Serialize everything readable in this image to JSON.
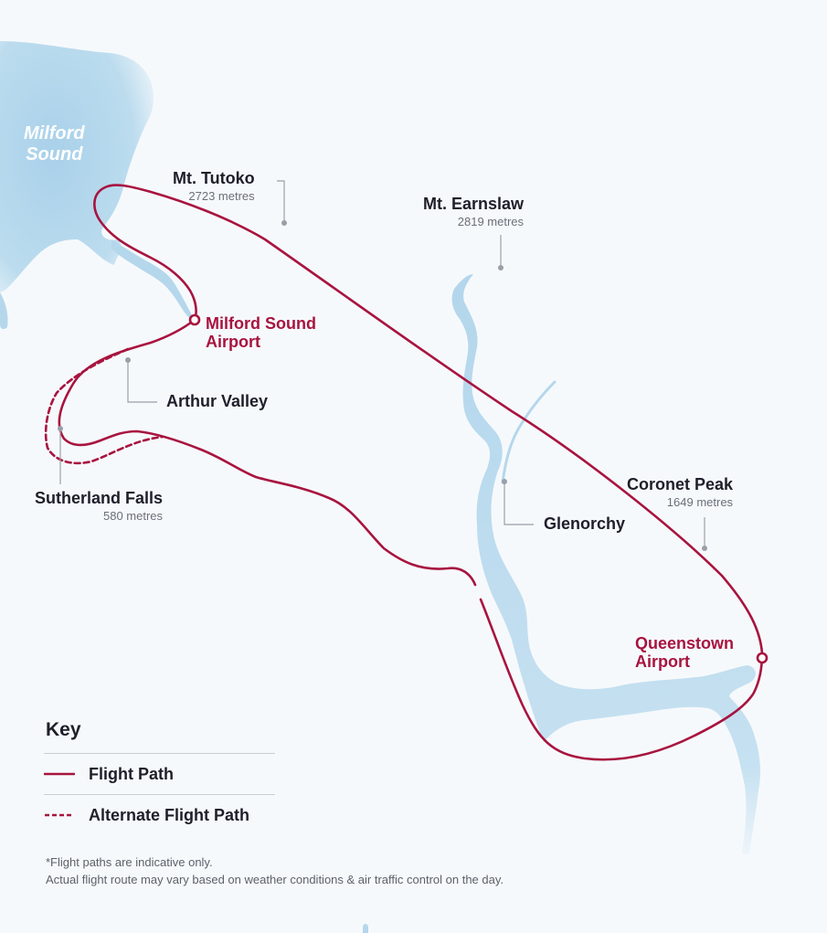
{
  "map": {
    "colors": {
      "water": "#b5d7ec",
      "route": "#a8143f",
      "leader": "#9aa0a8",
      "background": "#f6f9fc"
    },
    "water_labels": {
      "milford_sound": [
        "Milford",
        "Sound"
      ]
    },
    "places": {
      "mt_tutoko": {
        "name": "Mt. Tutoko",
        "elevation": "2723 metres"
      },
      "mt_earnslaw": {
        "name": "Mt. Earnslaw",
        "elevation": "2819 metres"
      },
      "arthur_valley": {
        "name": "Arthur Valley"
      },
      "sutherland_falls": {
        "name": "Sutherland Falls",
        "elevation": "580 metres"
      },
      "glenorchy": {
        "name": "Glenorchy"
      },
      "coronet_peak": {
        "name": "Coronet Peak",
        "elevation": "1649 metres"
      }
    },
    "airports": {
      "milford": [
        "Milford Sound",
        "Airport"
      ],
      "queenstown": [
        "Queenstown",
        "Airport"
      ]
    }
  },
  "key": {
    "title": "Key",
    "items": [
      {
        "label": "Flight Path",
        "style": "solid"
      },
      {
        "label": "Alternate Flight Path",
        "style": "dashed"
      }
    ]
  },
  "notes": [
    "*Flight paths are indicative only.",
    "Actual flight route may vary based on weather conditions & air traffic control on the day."
  ]
}
